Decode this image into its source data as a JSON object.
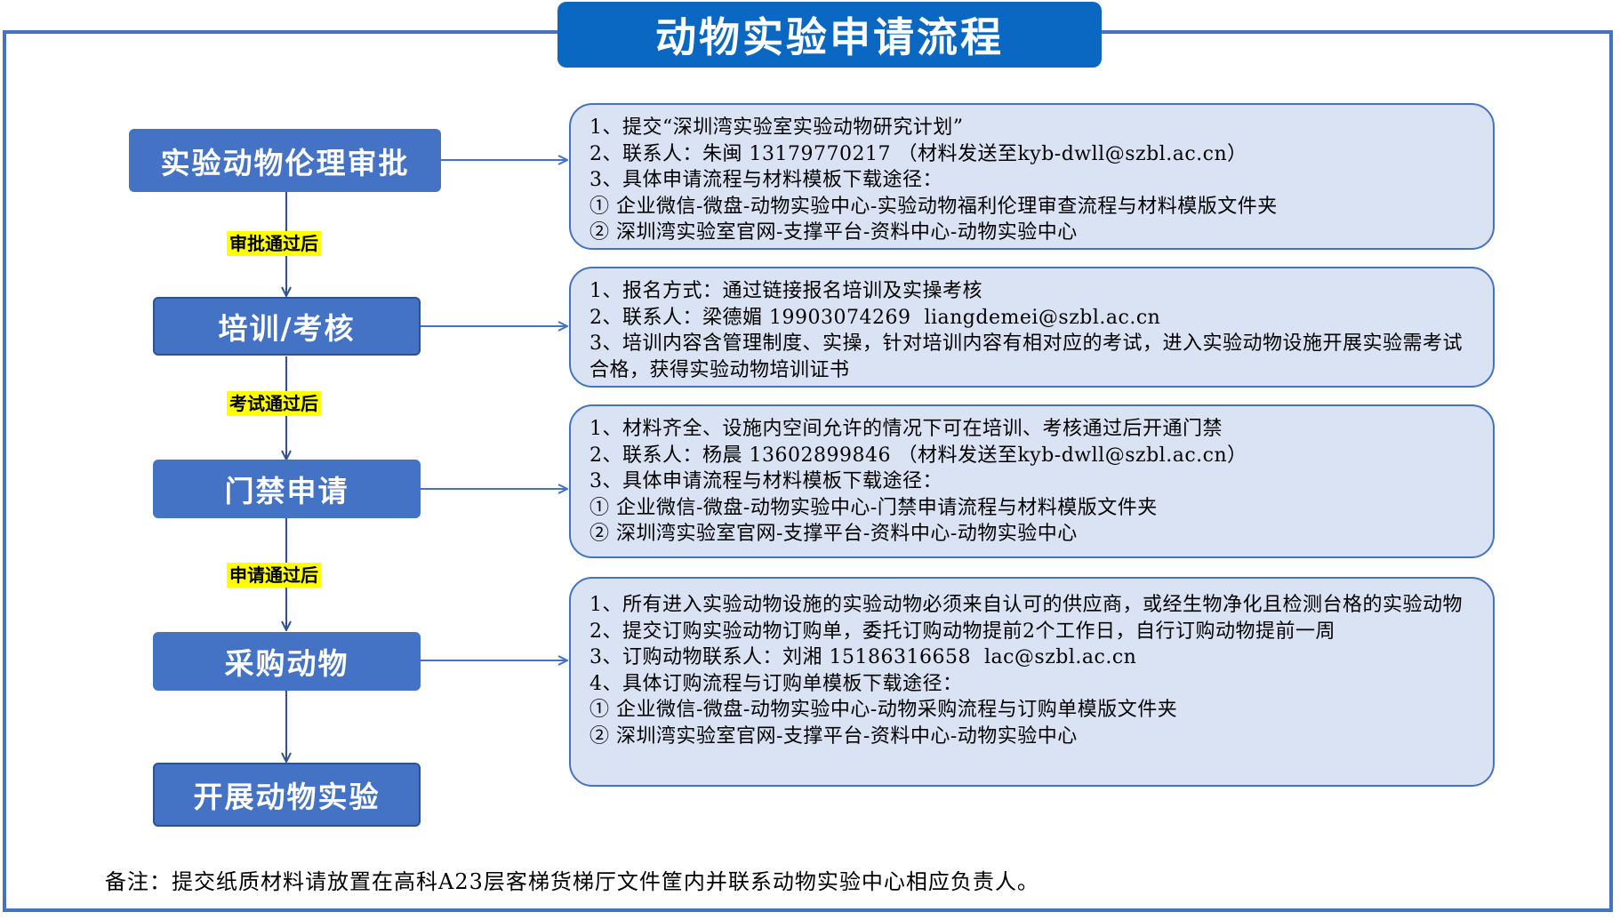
{
  "title": "动物实验申请流程",
  "steps": [
    {
      "label": "实验动物伦理审批"
    },
    {
      "label": "培训/考核"
    },
    {
      "label": "门禁申请"
    },
    {
      "label": "采购动物"
    },
    {
      "label": "开展动物实验"
    }
  ],
  "gates": [
    "审批通过后",
    "考试通过后",
    "申请通过后"
  ],
  "details": [
    {
      "lines": [
        "1、提交“深圳湾实验室实验动物研究计划”",
        "2、联系人：朱闽 13179770217 （材料发送至kyb-dwll@szbl.ac.cn）",
        "3、具体申请流程与材料模板下载途径：",
        "① 企业微信-微盘-动物实验中心-实验动物福利伦理审查流程与材料模版文件夹",
        "② 深圳湾实验室官网-支撑平台-资料中心-动物实验中心"
      ]
    },
    {
      "lines": [
        "1、报名方式：通过链接报名培训及实操考核",
        "2、联系人：梁德媚 19903074269  liangdemei@szbl.ac.cn",
        "3、培训内容含管理制度、实操，针对培训内容有相对应的考试，进入实验动物设施开展实验需考试合格，获得实验动物培训证书"
      ]
    },
    {
      "lines": [
        "1、材料齐全、设施内空间允许的情况下可在培训、考核通过后开通门禁",
        "2、联系人：杨晨 13602899846 （材料发送至kyb-dwll@szbl.ac.cn）",
        "3、具体申请流程与材料模板下载途径：",
        "① 企业微信-微盘-动物实验中心-门禁申请流程与材料模版文件夹",
        "② 深圳湾实验室官网-支撑平台-资料中心-动物实验中心"
      ]
    },
    {
      "lines": [
        "1、所有进入实验动物设施的实验动物必须来自认可的供应商，或经生物净化且检测台格的实验动物",
        "2、提交订购实验动物订购单，委托订购动物提前2个工作日，自行订购动物提前一周",
        "3、订购动物联系人：刘湘 15186316658  lac@szbl.ac.cn",
        "4、具体订购流程与订购单模板下载途径：",
        "① 企业微信-微盘-动物实验中心-动物采购流程与订购单模版文件夹",
        "② 深圳湾实验室官网-支撑平台-资料中心-动物实验中心"
      ]
    }
  ],
  "note": "备注：提交纸质材料请放置在高科A23层客梯货梯厅文件筐内并联系动物实验中心相应负责人。",
  "colors": {
    "title_bg": "#0b68c2",
    "step_bg": "#4472c4",
    "info_bg": "#dae3f3",
    "gate_bg": "#ffff00",
    "connector": "#4472c4"
  }
}
